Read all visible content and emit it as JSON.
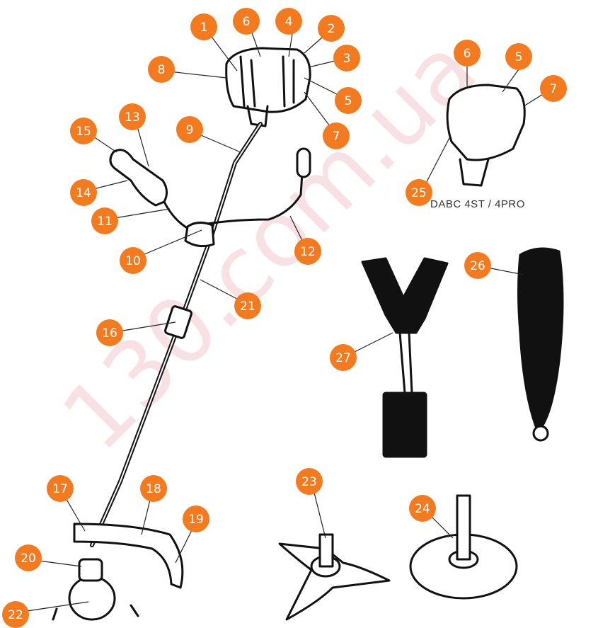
{
  "model_caption": "DABC 4ST / 4PRO",
  "watermark": "130.com.ua",
  "colors": {
    "marker": "#f47a20",
    "marker_text": "#ffffff",
    "outline": "#111111"
  },
  "callouts": [
    "1",
    "2",
    "3",
    "4",
    "5",
    "6",
    "7",
    "8",
    "9",
    "10",
    "11",
    "12",
    "13",
    "14",
    "15",
    "16",
    "17",
    "18",
    "19",
    "20",
    "21",
    "22",
    "23",
    "24",
    "25",
    "26",
    "27"
  ],
  "engine_detail_callouts": [
    "5",
    "6",
    "7"
  ]
}
